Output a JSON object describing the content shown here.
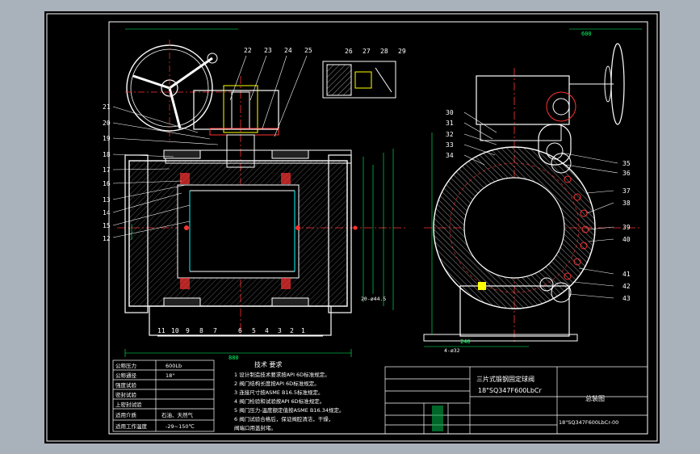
{
  "drawing": {
    "part_labels_left_top": [
      "22",
      "23",
      "24",
      "25"
    ],
    "part_labels_detail": [
      "26",
      "27",
      "28",
      "29"
    ],
    "part_labels_left_side": [
      "21",
      "20",
      "19",
      "18",
      "17",
      "16",
      "13",
      "14",
      "15",
      "12"
    ],
    "part_labels_bottom": [
      "11",
      "10",
      "9",
      "8",
      "7",
      "6",
      "5",
      "4",
      "3",
      "2",
      "1"
    ],
    "part_labels_right_left": [
      "30",
      "31",
      "32",
      "33",
      "34"
    ],
    "part_labels_right_side": [
      "35",
      "36",
      "37",
      "38",
      "39",
      "40",
      "41",
      "42",
      "43"
    ],
    "dim_bottom_total": "880",
    "dim_flange_offset": "20-ø44.5",
    "dim_anchor": "4-ø32",
    "dim_right_width": "600",
    "dim_small": "240"
  },
  "notes": {
    "heading": "技术 要求",
    "lines": [
      "1 设计制造技术要求按API 6D标准规定。",
      "2 阀门结构长度按API 6D标准规定。",
      "3 连接尺寸按ASME B16.5标准规定。",
      "4 阀门检验和试验按API 6D标准规定。",
      "5 阀门压力-温度额定值按ASME B16.34规定。",
      "6 阀门试验合格后，保证阀腔清洁，干燥，",
      "   阀端口用盖封堵。"
    ]
  },
  "spec_table": {
    "rows": [
      {
        "label": "公称压力",
        "value": "600Lb"
      },
      {
        "label": "公称通径",
        "value": "18\""
      },
      {
        "label": "强度试验",
        "value": ""
      },
      {
        "label": "密封试验",
        "value": ""
      },
      {
        "label": "上密封试验",
        "value": ""
      },
      {
        "label": "适用介质",
        "value": "石油、天然气"
      },
      {
        "label": "适用工作温度",
        "value": "-29~150℃"
      }
    ]
  },
  "title_block": {
    "name": "三片式锻钢固定球阀",
    "model": "18\"SQ347F600LbCr",
    "sheet_title": "总装图",
    "drawing_no": "18\"SQ347F600LbCr-00"
  }
}
